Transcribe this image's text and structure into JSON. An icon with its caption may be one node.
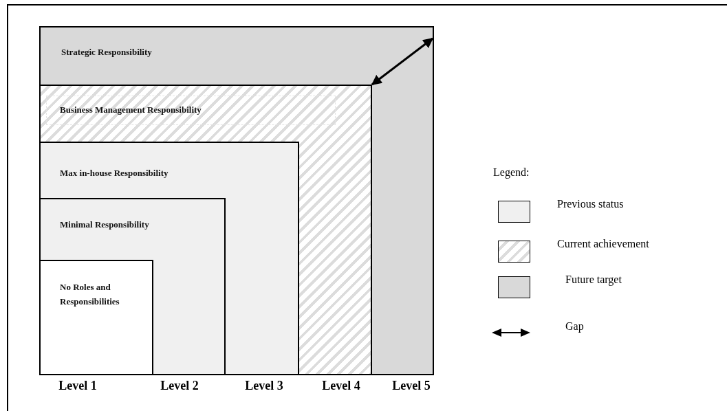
{
  "diagram": {
    "nodes": [
      {
        "text": [
          "Strategic Responsibility"
        ]
      },
      {
        "text": [
          "Business Management Responsibility"
        ],
        "in": 0
      },
      {
        "text": [
          "Max in-house Responsibility"
        ],
        "in": 1
      },
      {
        "text": [
          "Minimal Responsibility"
        ],
        "in": 2
      },
      {
        "text": [
          "No Roles and Responsibilities"
        ],
        "in": 3
      }
    ],
    "edges": [
      {
        "from": 1,
        "to": 0,
        "arrow": "both"
      }
    ],
    "labels": [
      "Level 1",
      "Level 2",
      "Level 3",
      "Level 4",
      "Level 5",
      "Legend:"
    ],
    "legend": [
      {
        "text": "Previous status",
        "color": "#f0f0f0"
      },
      {
        "text": "Current achievement"
      },
      {
        "text": "Future target",
        "color": "#d9d9d9"
      },
      {
        "text": "Gap"
      }
    ]
  }
}
